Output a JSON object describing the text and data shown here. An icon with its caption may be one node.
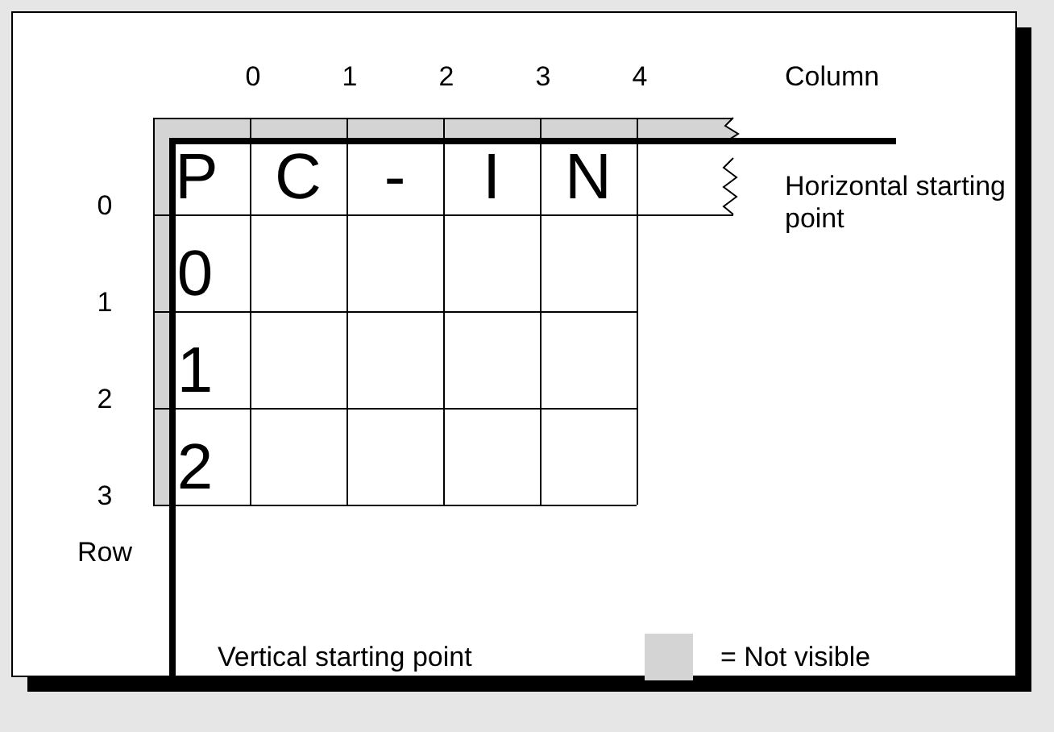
{
  "diagram": {
    "labels": [
      "0",
      "1",
      "2",
      "3",
      "4",
      "Column",
      "0",
      "1",
      "2",
      "3",
      "Row",
      "P",
      "C",
      "-",
      "I",
      "N",
      "0",
      "1",
      "2",
      "Horizontal starting point",
      "Vertical starting point"
    ],
    "legend": [
      {
        "text": "= Not visible",
        "color": "#d4d4d4"
      }
    ]
  }
}
